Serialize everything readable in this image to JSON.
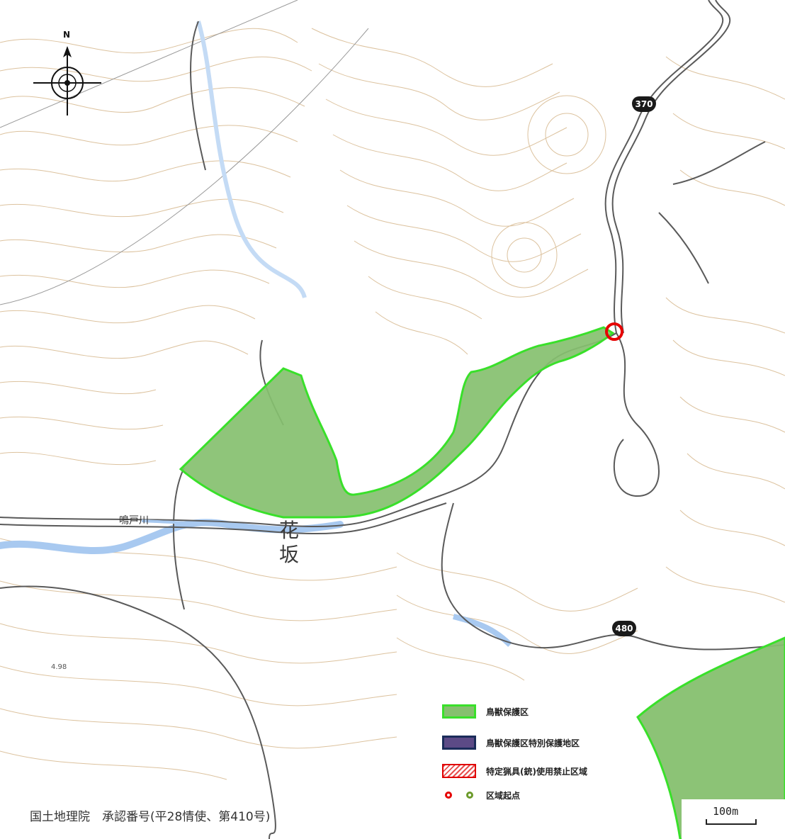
{
  "map": {
    "north_label": "N",
    "place_name": [
      "花",
      "坂"
    ],
    "river_name": "鳴戸川",
    "road_numbers": [
      "370",
      "480"
    ],
    "elevation_label": "4.98",
    "copyright": "国土地理院　承認番号(平28情使、第410号)",
    "scale_label": "100m",
    "colors": {
      "protection_fill": "#86c06f",
      "protection_border": "#39e02a",
      "special_fill": "#5c4a86",
      "special_border": "#1b2c5a",
      "hatch": "#e00000",
      "start_point_red": "#e60000",
      "start_point_green": "#6b9a2a",
      "contour": "#d9b98f",
      "road": "#5a5a5a",
      "river": "#a8c9f0"
    }
  },
  "legend": {
    "items": [
      {
        "label": "鳥獣保護区",
        "swatch": "green-fill"
      },
      {
        "label": "鳥獣保護区特別保護地区",
        "swatch": "purple-fill"
      },
      {
        "label": "特定猟具(銃)使用禁止区域",
        "swatch": "red-hatch"
      },
      {
        "label": "区域起点",
        "swatch": "red-green-rings"
      }
    ]
  }
}
